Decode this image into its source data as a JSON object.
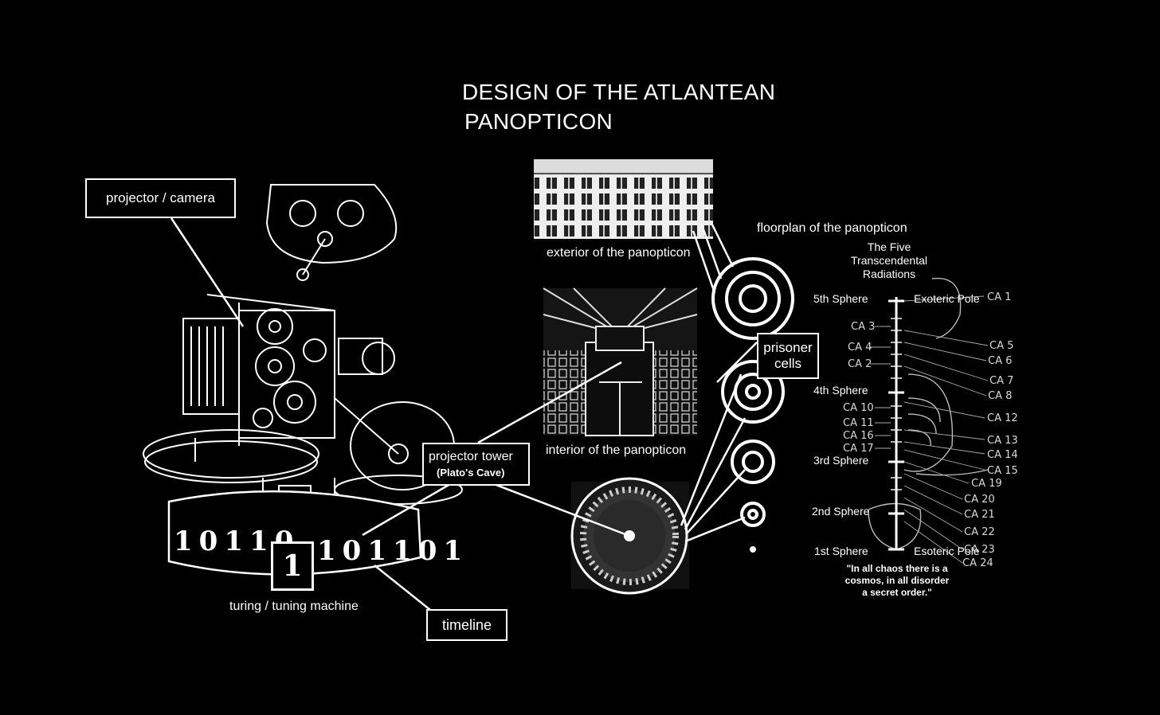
{
  "title": {
    "line1": "DESIGN OF THE ATLANTEAN",
    "line2": "PANOPTICON"
  },
  "callouts": {
    "projector_camera": "projector / camera",
    "projector_tower": "projector tower",
    "platos_cave": "(Plato's Cave)",
    "timeline": "timeline",
    "prisoner_cells_line1": "prisoner",
    "prisoner_cells_line2": "cells"
  },
  "captions": {
    "turing_machine": "turing / tuning machine",
    "exterior": "exterior of the panopticon",
    "interior": "interior of the panopticon",
    "floorplan": "floorplan of the panopticon"
  },
  "machine": {
    "tape_digits": [
      "1",
      "0",
      "1",
      "1",
      "0",
      "1",
      "1",
      "0",
      "1",
      "1",
      "0",
      "1"
    ],
    "big_digit": "1"
  },
  "radiations": {
    "heading_line1": "The Five",
    "heading_line2": "Transcendental",
    "heading_line3": "Radiations",
    "spheres": [
      "5th Sphere",
      "4th Sphere",
      "3rd Sphere",
      "2nd Sphere",
      "1st Sphere"
    ],
    "exoteric_pole": "Exoteric Pole",
    "esoteric_pole": "Esoteric Pole",
    "quote_line1": "\"In all chaos there is a",
    "quote_line2": "cosmos, in all disorder",
    "quote_line3": "a secret order.\""
  },
  "ca_labels_left": [
    "CA 3",
    "CA 4",
    "CA 2",
    "CA 10",
    "CA 11",
    "CA 16",
    "CA 17"
  ],
  "ca_labels_right": [
    "CA 1",
    "CA 5",
    "CA 6",
    "CA 7",
    "CA 8",
    "CA 12",
    "CA 13",
    "CA 14",
    "CA 15",
    "CA 19",
    "CA 20",
    "CA 21",
    "CA 22",
    "CA 23",
    "CA 24"
  ]
}
